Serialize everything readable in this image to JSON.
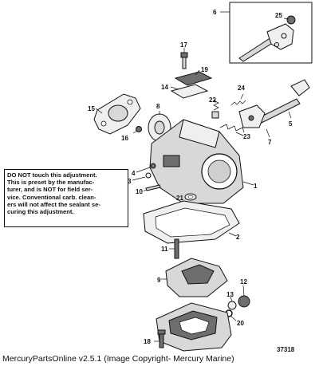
{
  "callouts": [
    "1",
    "2",
    "3",
    "4",
    "5",
    "6",
    "7",
    "8",
    "9",
    "10",
    "11",
    "12",
    "13",
    "14",
    "15",
    "16",
    "17",
    "18",
    "19",
    "20",
    "21",
    "22",
    "23",
    "24",
    "25"
  ],
  "warning_lines": [
    "DO NOT touch this adjustment.",
    "This is preset by the manufac-",
    "turer, and is NOT for field ser-",
    "vice.  Conventional carb. clean-",
    "ers will not affect the sealant se-",
    "curing this adjustment."
  ],
  "footer": "MercuryPartsOnline v2.5.1 (Image Copyright- Mercury Marine)",
  "diagram_number": "37318"
}
